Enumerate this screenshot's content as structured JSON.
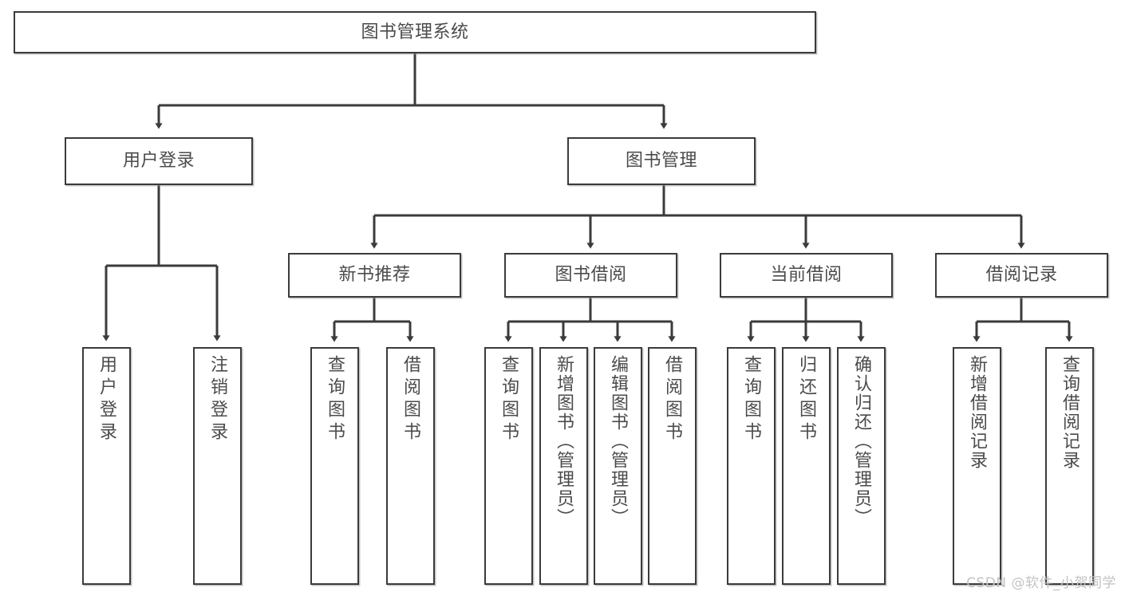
{
  "diagram": {
    "title": "图书管理系统",
    "type": "tree",
    "watermark": "CSDN @软件_小贺同学",
    "colors": {
      "box_border": "#3b3b3b",
      "box_fill": "#ffffff",
      "text": "#4b4b4b",
      "edge": "#3b3b3b",
      "watermark": "#c3c3c3",
      "page_background": "#ffffff"
    },
    "root": {
      "label": "图书管理系统"
    },
    "level2": [
      {
        "label": "用户登录"
      },
      {
        "label": "图书管理"
      }
    ],
    "level3": [
      {
        "label": "新书推荐"
      },
      {
        "label": "图书借阅"
      },
      {
        "label": "当前借阅"
      },
      {
        "label": "借阅记录"
      }
    ],
    "leaves": {
      "user_login": [
        {
          "label": "用户登录"
        },
        {
          "label": "注销登录"
        }
      ],
      "new_book_recommend": [
        {
          "label": "查询图书"
        },
        {
          "label": "借阅图书"
        }
      ],
      "book_borrow": [
        {
          "label": "查询图书"
        },
        {
          "label": "新增图书（管理员）"
        },
        {
          "label": "编辑图书（管理员）"
        },
        {
          "label": "借阅图书"
        }
      ],
      "current_borrow": [
        {
          "label": "查询图书"
        },
        {
          "label": "归还图书"
        },
        {
          "label": "确认归还（管理员）"
        }
      ],
      "borrow_record": [
        {
          "label": "新增借阅记录"
        },
        {
          "label": "查询借阅记录"
        }
      ]
    }
  }
}
